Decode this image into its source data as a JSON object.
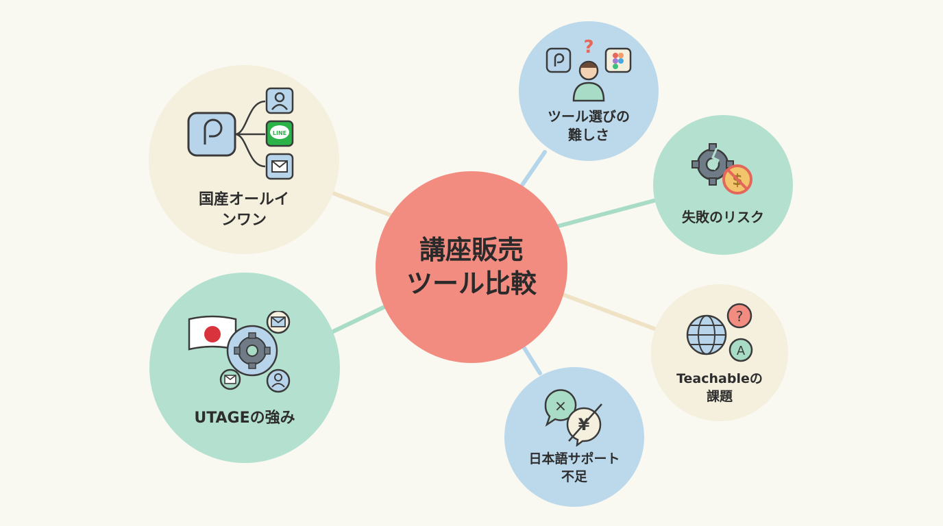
{
  "center": {
    "label": "講座販売\nツール比較",
    "color": "#f28c80"
  },
  "nodes": {
    "domestic": {
      "label": "国産オールイ\nンワン",
      "color": "#f5efdd"
    },
    "difficulty": {
      "label": "ツール選びの\n難しさ",
      "color": "#bcd9ec"
    },
    "risk": {
      "label": "失敗のリスク",
      "color": "#b4e1cf"
    },
    "teachable": {
      "label": "Teachableの\n課題",
      "color": "#f5efdd"
    },
    "support": {
      "label": "日本語サポート\n不足",
      "color": "#bcd9ec"
    },
    "utage": {
      "label": "UTAGEの強み",
      "color": "#b4e1cf"
    }
  },
  "icons": {
    "line_badge": "LINE",
    "answer_letter": "A",
    "question_mark": "?",
    "yen_symbol": "¥",
    "cross_symbol": "×",
    "dollar_symbol": "$"
  },
  "connector_colors": {
    "warm": "#f0e2c4",
    "blue": "#b5d5ea",
    "green": "#a9dcc6"
  }
}
